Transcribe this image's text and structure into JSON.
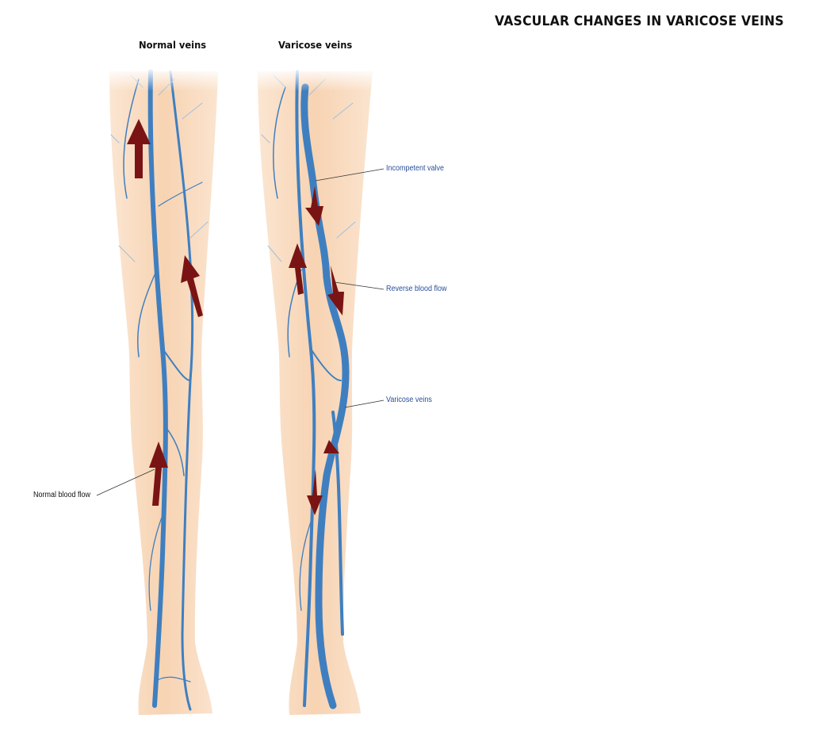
{
  "title": "VASCULAR CHANGES IN VARICOSE VEINS",
  "panels": {
    "normal": {
      "heading": "Normal veins"
    },
    "varicose": {
      "heading": "Varicose veins"
    }
  },
  "labels": {
    "normal_blood_flow": "Normal blood flow",
    "incompetent_valve": "Incompetent valve",
    "reverse_blood_flow": "Reverse blood flow",
    "varicose_veins": "Varicose veins"
  },
  "colors": {
    "skin": "#f8d9bd",
    "vein": "#3f7fc0",
    "arrow": "#7a1414",
    "label_blue": "#2a4f9a"
  }
}
